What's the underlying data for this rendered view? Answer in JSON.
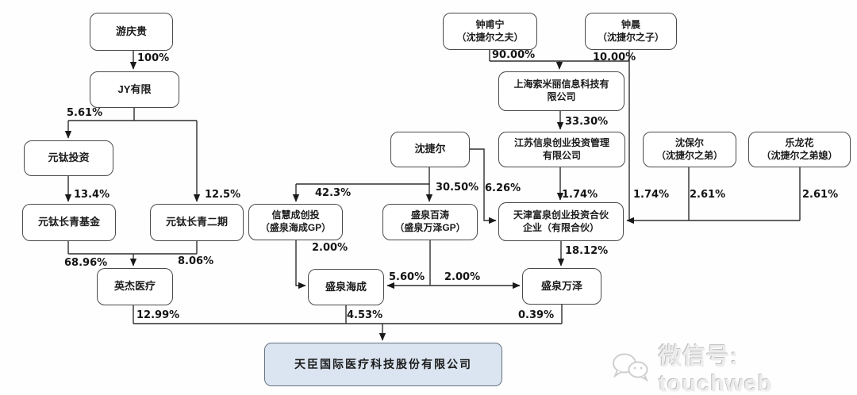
{
  "diagram": {
    "nodes": {
      "youqinggui": {
        "label": "游庆贵"
      },
      "jy": {
        "label": "JY有限"
      },
      "yuantai_touzi": {
        "label": "元钛投资"
      },
      "yuantai_fund": {
        "label": "元钛长青基金"
      },
      "yuantai_p2": {
        "label": "元钛长青二期"
      },
      "yingjie": {
        "label": "英杰医疗"
      },
      "shenjieer": {
        "label": "沈捷尔"
      },
      "xinhuicheng": {
        "label": "信慧成创投\n（盛泉海成GP）"
      },
      "baitao": {
        "label": "盛泉百涛\n（盛泉万泽GP）"
      },
      "haicheng": {
        "label": "盛泉海成"
      },
      "zhongfuning": {
        "label": "钟甫宁\n（沈捷尔之夫）"
      },
      "zhongchen": {
        "label": "钟晨\n（沈捷尔之子）"
      },
      "suomili": {
        "label": "上海索米丽信息科技有\n限公司"
      },
      "jiangsuxq": {
        "label": "江苏信泉创业投资管理\n有限公司"
      },
      "tianjinfq": {
        "label": "天津富泉创业投资合伙\n企业（有限合伙）"
      },
      "shenbaoer": {
        "label": "沈保尔\n（沈捷尔之弟）"
      },
      "lelonghua": {
        "label": "乐龙花\n（沈捷尔之弟媳）"
      },
      "wanze": {
        "label": "盛泉万泽"
      },
      "tianchen": {
        "label": "天臣国际医疗科技股份有限公司"
      }
    },
    "edges": [
      {
        "from": "游庆贵",
        "to": "JY有限",
        "label": "100%"
      },
      {
        "from": "JY有限",
        "to": "元钛投资",
        "label": "5.61%"
      },
      {
        "from": "JY有限",
        "to": "元钛长青二期",
        "label": "12.5%"
      },
      {
        "from": "元钛投资",
        "to": "元钛长青基金",
        "label": "13.4%"
      },
      {
        "from": "元钛长青基金",
        "to": "英杰医疗",
        "label": "68.96%"
      },
      {
        "from": "元钛长青二期",
        "to": "英杰医疗",
        "label": "8.06%"
      },
      {
        "from": "英杰医疗",
        "to": "天臣国际医疗科技股份有限公司",
        "label": "12.99%"
      },
      {
        "from": "沈捷尔",
        "to": "信慧成创投（盛泉海成GP）",
        "label": "42.3%"
      },
      {
        "from": "沈捷尔",
        "to": "盛泉百涛（盛泉万泽GP）",
        "label": "30.50%"
      },
      {
        "from": "沈捷尔",
        "to": "天津富泉创业投资合伙企业（有限合伙）",
        "label": "6.26%"
      },
      {
        "from": "信慧成创投（盛泉海成GP）",
        "to": "盛泉海成",
        "label": "2.00%"
      },
      {
        "from": "盛泉百涛（盛泉万泽GP）",
        "to": "盛泉海成",
        "label": "5.60%"
      },
      {
        "from": "盛泉百涛（盛泉万泽GP）",
        "to": "盛泉万泽",
        "label": "2.00%"
      },
      {
        "from": "盛泉海成",
        "to": "天臣国际医疗科技股份有限公司",
        "label": "4.53%"
      },
      {
        "from": "钟甫宁（沈捷尔之夫）",
        "to": "上海索米丽信息科技有限公司",
        "label": "90.00%"
      },
      {
        "from": "钟晨（沈捷尔之子）",
        "to": "上海索米丽信息科技有限公司",
        "label": "10.00%"
      },
      {
        "from": "上海索米丽信息科技有限公司",
        "to": "江苏信泉创业投资管理有限公司",
        "label": "33.30%"
      },
      {
        "from": "江苏信泉创业投资管理有限公司",
        "to": "天津富泉创业投资合伙企业（有限合伙）",
        "label": "1.74%"
      },
      {
        "from": "钟晨（沈捷尔之子）",
        "to": "天津富泉创业投资合伙企业（有限合伙）",
        "label": "1.74%"
      },
      {
        "from": "沈保尔（沈捷尔之弟）",
        "to": "天津富泉创业投资合伙企业（有限合伙）",
        "label": "2.61%"
      },
      {
        "from": "乐龙花（沈捷尔之弟媳）",
        "to": "天津富泉创业投资合伙企业（有限合伙）",
        "label": "2.61%"
      },
      {
        "from": "天津富泉创业投资合伙企业（有限合伙）",
        "to": "盛泉万泽",
        "label": "18.12%"
      },
      {
        "from": "盛泉万泽",
        "to": "天臣国际医疗科技股份有限公司",
        "label": "0.39%"
      }
    ]
  },
  "colors": {
    "line": "#2f2f2f",
    "box_border": "#4a4a4a",
    "issuer_fill": "#dbe5f1",
    "watermark_gray": "#c9c9c9"
  },
  "watermark": {
    "icon": "wechat-icon",
    "text": "微信号: touchweb"
  }
}
